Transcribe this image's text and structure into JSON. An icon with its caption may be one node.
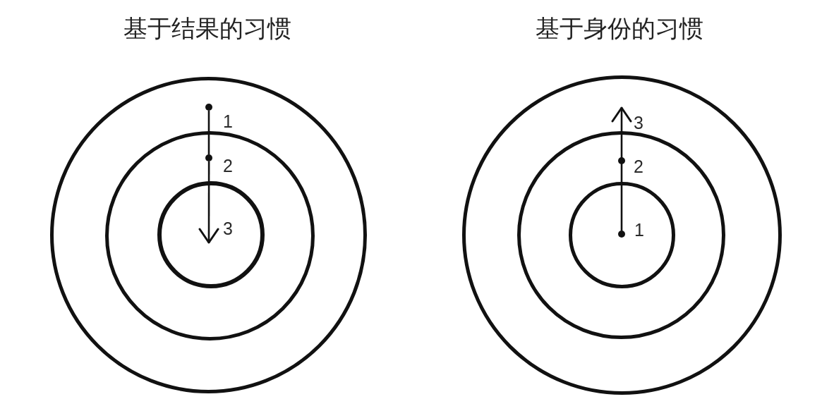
{
  "diagram": {
    "nodes": [
      {
        "text": [],
        "shape": "circle"
      },
      {
        "text": [],
        "shape": "circle",
        "in": 0
      },
      {
        "text": [],
        "shape": "circle",
        "in": 1
      },
      {
        "text": [],
        "shape": "circle",
        "in": 0,
        "beside": [
          "1"
        ]
      },
      {
        "text": [],
        "shape": "circle",
        "in": 1,
        "beside": [
          "2"
        ]
      },
      {
        "text": [],
        "shape": "circle"
      },
      {
        "text": [],
        "shape": "circle",
        "in": 5
      },
      {
        "text": [],
        "shape": "circle",
        "in": 6
      },
      {
        "text": [],
        "shape": "circle",
        "in": 7,
        "beside": [
          "1"
        ]
      },
      {
        "text": [],
        "shape": "circle",
        "in": 6,
        "beside": [
          "2"
        ]
      }
    ],
    "edges": [
      {
        "from": 3,
        "to": 4,
        "arrow": "none"
      },
      {
        "from": 4,
        "to": 2,
        "arrow": "to"
      },
      {
        "from": 8,
        "to": 9,
        "arrow": "none"
      },
      {
        "from": 9,
        "to": 5,
        "arrow": "to"
      }
    ],
    "labels": [
      "基于结果的习惯",
      "基于身份的习惯",
      "3",
      "3"
    ]
  }
}
